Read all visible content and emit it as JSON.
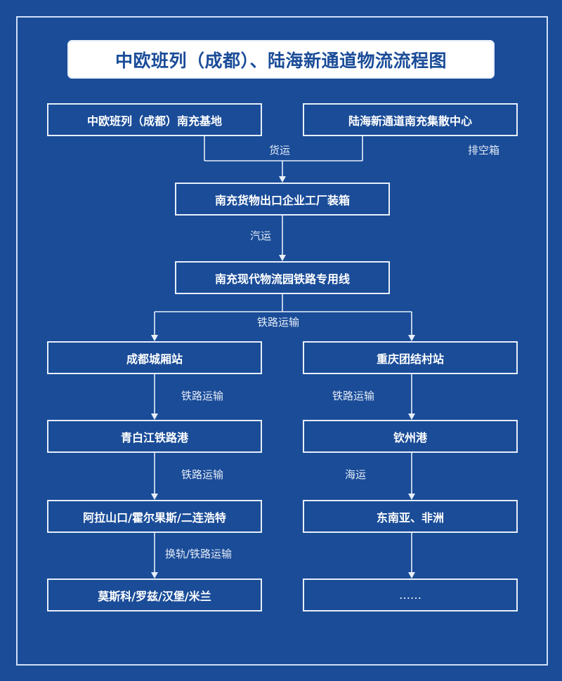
{
  "title": "中欧班列（成都）、陆海新通道物流流程图",
  "nodes": {
    "chengdu_base": "中欧班列（成都）南充基地",
    "lhxtd_center": "陆海新通道南充集散中心",
    "export_packing": "南充货物出口企业工厂装箱",
    "railway_line": "南充现代物流园铁路专用线",
    "chengxiang_station": "成都城厢站",
    "tuanjiecun_station": "重庆团结村站",
    "qingbaijiang_port": "青白江铁路港",
    "qinzhou_port": "钦州港",
    "border_ports": "阿拉山口/霍尔果斯/二连浩特",
    "southeast_asia_africa": "东南亚、非洲",
    "europe_cities": "莫斯科/罗兹/汉堡/米兰",
    "more": "……"
  },
  "edges": {
    "freight": "货运",
    "empty_containers": "排空箱",
    "truck": "汽运",
    "rail_split": "铁路运输",
    "rail_left_1": "铁路运输",
    "rail_right_1": "铁路运输",
    "rail_left_2": "铁路运输",
    "sea": "海运",
    "gauge_change_rail": "换轨/铁路运输"
  },
  "colors": {
    "background": "#1a4c98",
    "line": "#e8effa",
    "title_text": "#1a4c98"
  }
}
